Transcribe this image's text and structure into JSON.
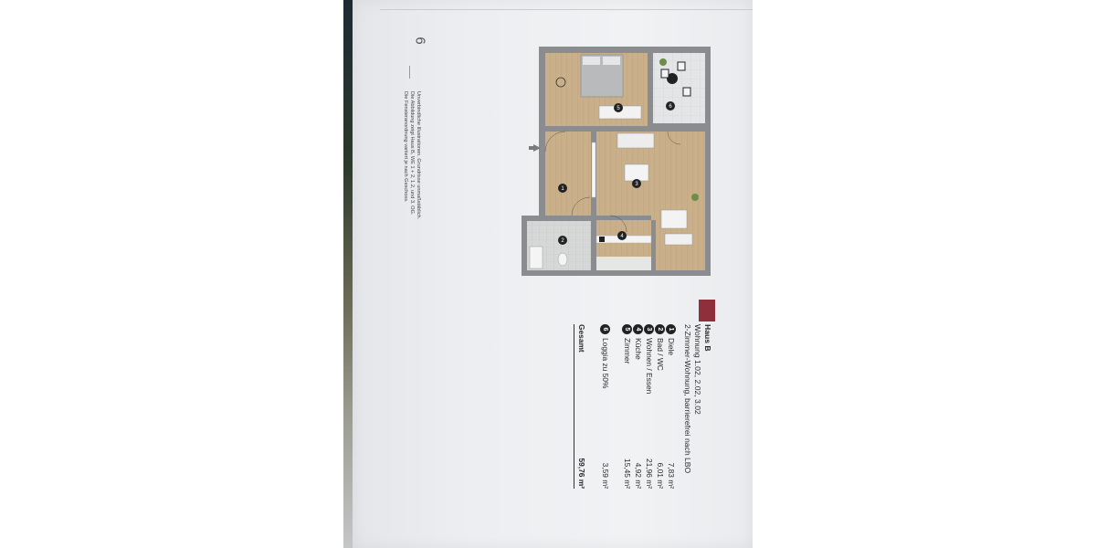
{
  "page_number": "6",
  "disclaimer": {
    "line1": "Unverbindliche Illustrationen. Grundrisse unmaßstäblich.",
    "line2": "Die Abbildung zeigt Haus B, WE 1 + 2, 1.2, und 3. OG.",
    "line3": "Die Fensteranordnung variiert je nach Geschoss."
  },
  "header": {
    "house": "Haus B",
    "units": "Wohnung 1.02, 2.02, 3.02",
    "type": "2-Zimmer-Wohnung, barrierefrei nach LBO"
  },
  "rooms": [
    {
      "num": "1",
      "name": "Diele",
      "area": "7,83 m²"
    },
    {
      "num": "2",
      "name": "Bad / WC",
      "area": "6,01 m²"
    },
    {
      "num": "3",
      "name": "Wohnen / Essen",
      "area": "21,96 m²"
    },
    {
      "num": "4",
      "name": "Küche",
      "area": "4,92 m²"
    },
    {
      "num": "5",
      "name": "Zimmer",
      "area": "15,45 m²"
    },
    {
      "num": "6",
      "name": "Loggia zu 50%",
      "area": "3,59 m²"
    }
  ],
  "total": {
    "label": "Gesamt",
    "area": "59,76 m²"
  },
  "colors": {
    "accent": "#8e2f3b",
    "floor_wood": "#c9b08a",
    "tile": "#d4d6d6",
    "wall": "#8a8c8f"
  }
}
